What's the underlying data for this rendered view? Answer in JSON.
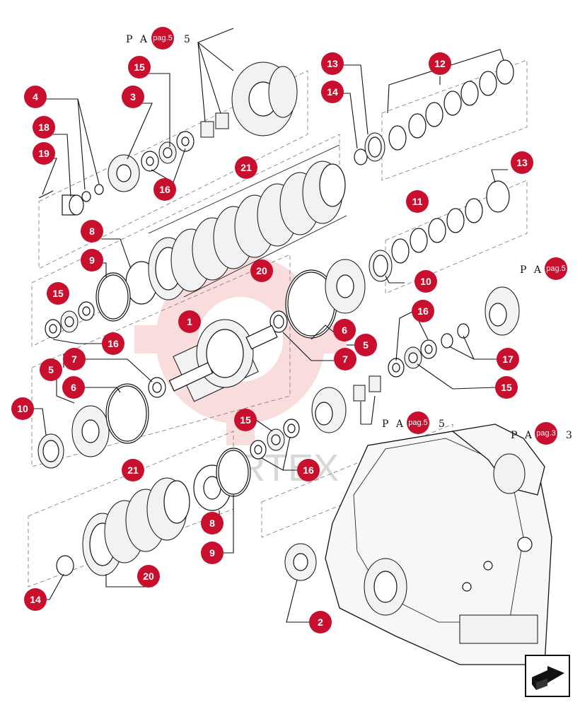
{
  "diagram": {
    "callouts": [
      {
        "id": "c15a",
        "label": "15"
      },
      {
        "id": "c4",
        "label": "4"
      },
      {
        "id": "c3",
        "label": "3"
      },
      {
        "id": "c18",
        "label": "18"
      },
      {
        "id": "c19",
        "label": "19"
      },
      {
        "id": "c16a",
        "label": "16"
      },
      {
        "id": "c13a",
        "label": "13"
      },
      {
        "id": "c14a",
        "label": "14"
      },
      {
        "id": "c12",
        "label": "12"
      },
      {
        "id": "c21a",
        "label": "21"
      },
      {
        "id": "c13b",
        "label": "13"
      },
      {
        "id": "c11",
        "label": "11"
      },
      {
        "id": "c8a",
        "label": "8"
      },
      {
        "id": "c9a",
        "label": "9"
      },
      {
        "id": "c20a",
        "label": "20"
      },
      {
        "id": "c10a",
        "label": "10"
      },
      {
        "id": "c15b",
        "label": "15"
      },
      {
        "id": "c16b",
        "label": "16"
      },
      {
        "id": "c1",
        "label": "1"
      },
      {
        "id": "c16c",
        "label": "16"
      },
      {
        "id": "c6a",
        "label": "6"
      },
      {
        "id": "c5a",
        "label": "5"
      },
      {
        "id": "c7a",
        "label": "7"
      },
      {
        "id": "c7b",
        "label": "7"
      },
      {
        "id": "c17",
        "label": "17"
      },
      {
        "id": "c5b",
        "label": "5"
      },
      {
        "id": "c6b",
        "label": "6"
      },
      {
        "id": "c15c",
        "label": "15"
      },
      {
        "id": "c10b",
        "label": "10"
      },
      {
        "id": "c15d",
        "label": "15"
      },
      {
        "id": "c21b",
        "label": "21"
      },
      {
        "id": "c16d",
        "label": "16"
      },
      {
        "id": "c8b",
        "label": "8"
      },
      {
        "id": "c9b",
        "label": "9"
      },
      {
        "id": "c20b",
        "label": "20"
      },
      {
        "id": "c14b",
        "label": "14"
      },
      {
        "id": "c2",
        "label": "2"
      }
    ],
    "page_refs": [
      {
        "id": "ref1",
        "prefix": "P A",
        "badge": "pag.5",
        "suffix": "5"
      },
      {
        "id": "ref2",
        "prefix": "P A",
        "badge": "pag.5",
        "suffix": ""
      },
      {
        "id": "ref3",
        "prefix": "P A",
        "badge": "pag.5",
        "suffix": "5"
      },
      {
        "id": "ref4",
        "prefix": "P A",
        "badge": "pag.3",
        "suffix": "3"
      }
    ],
    "watermark": "ARTEX"
  },
  "navigation": {
    "next_icon": "arrow-right-icon"
  },
  "colors": {
    "callout_fill": "#c8102e",
    "watermark": "#f2b8b8",
    "line": "#111111"
  }
}
